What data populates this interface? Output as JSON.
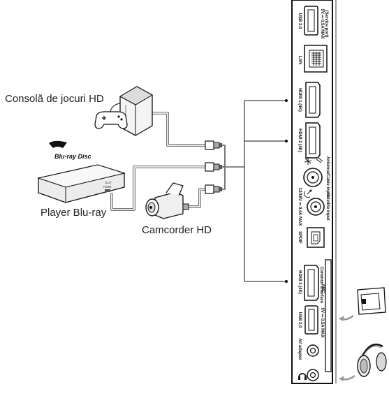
{
  "devices": {
    "console_label": "Consolă de jocuri HD",
    "bluray_label": "Player Blu-ray",
    "camcorder_label": "Camcorder HD",
    "bluray_logo_text": "Blu-ray Disc",
    "bluray_out_text": "OUT",
    "bluray_hdmi_text": "HDMI"
  },
  "tv_panel": {
    "usb1_label": "USB 2.0",
    "usb1_service": "(Service port)",
    "usb1_power": "5V ⎓ 0.5A MAX",
    "lan_label": "LAN",
    "hdmi1_label": "HDMI 1 (4K)",
    "hdmi2_label": "HDMI 2 (4K)",
    "antenna_label": "Antenna/Cable input",
    "satellite_label": "Satellite input",
    "satellite_power": "13/18V ⎓ 0.4A MAX",
    "spdif_label": "SPDIF",
    "hdmi3_label": "HDMI 3 (4K)",
    "hdmi3_arc": "ARC",
    "ci_label": "Common Interface",
    "usb2_label": "USB 2.0",
    "usb2_power": "5V ⎓ 0.5A MAX",
    "av_label": "AV adapter"
  }
}
